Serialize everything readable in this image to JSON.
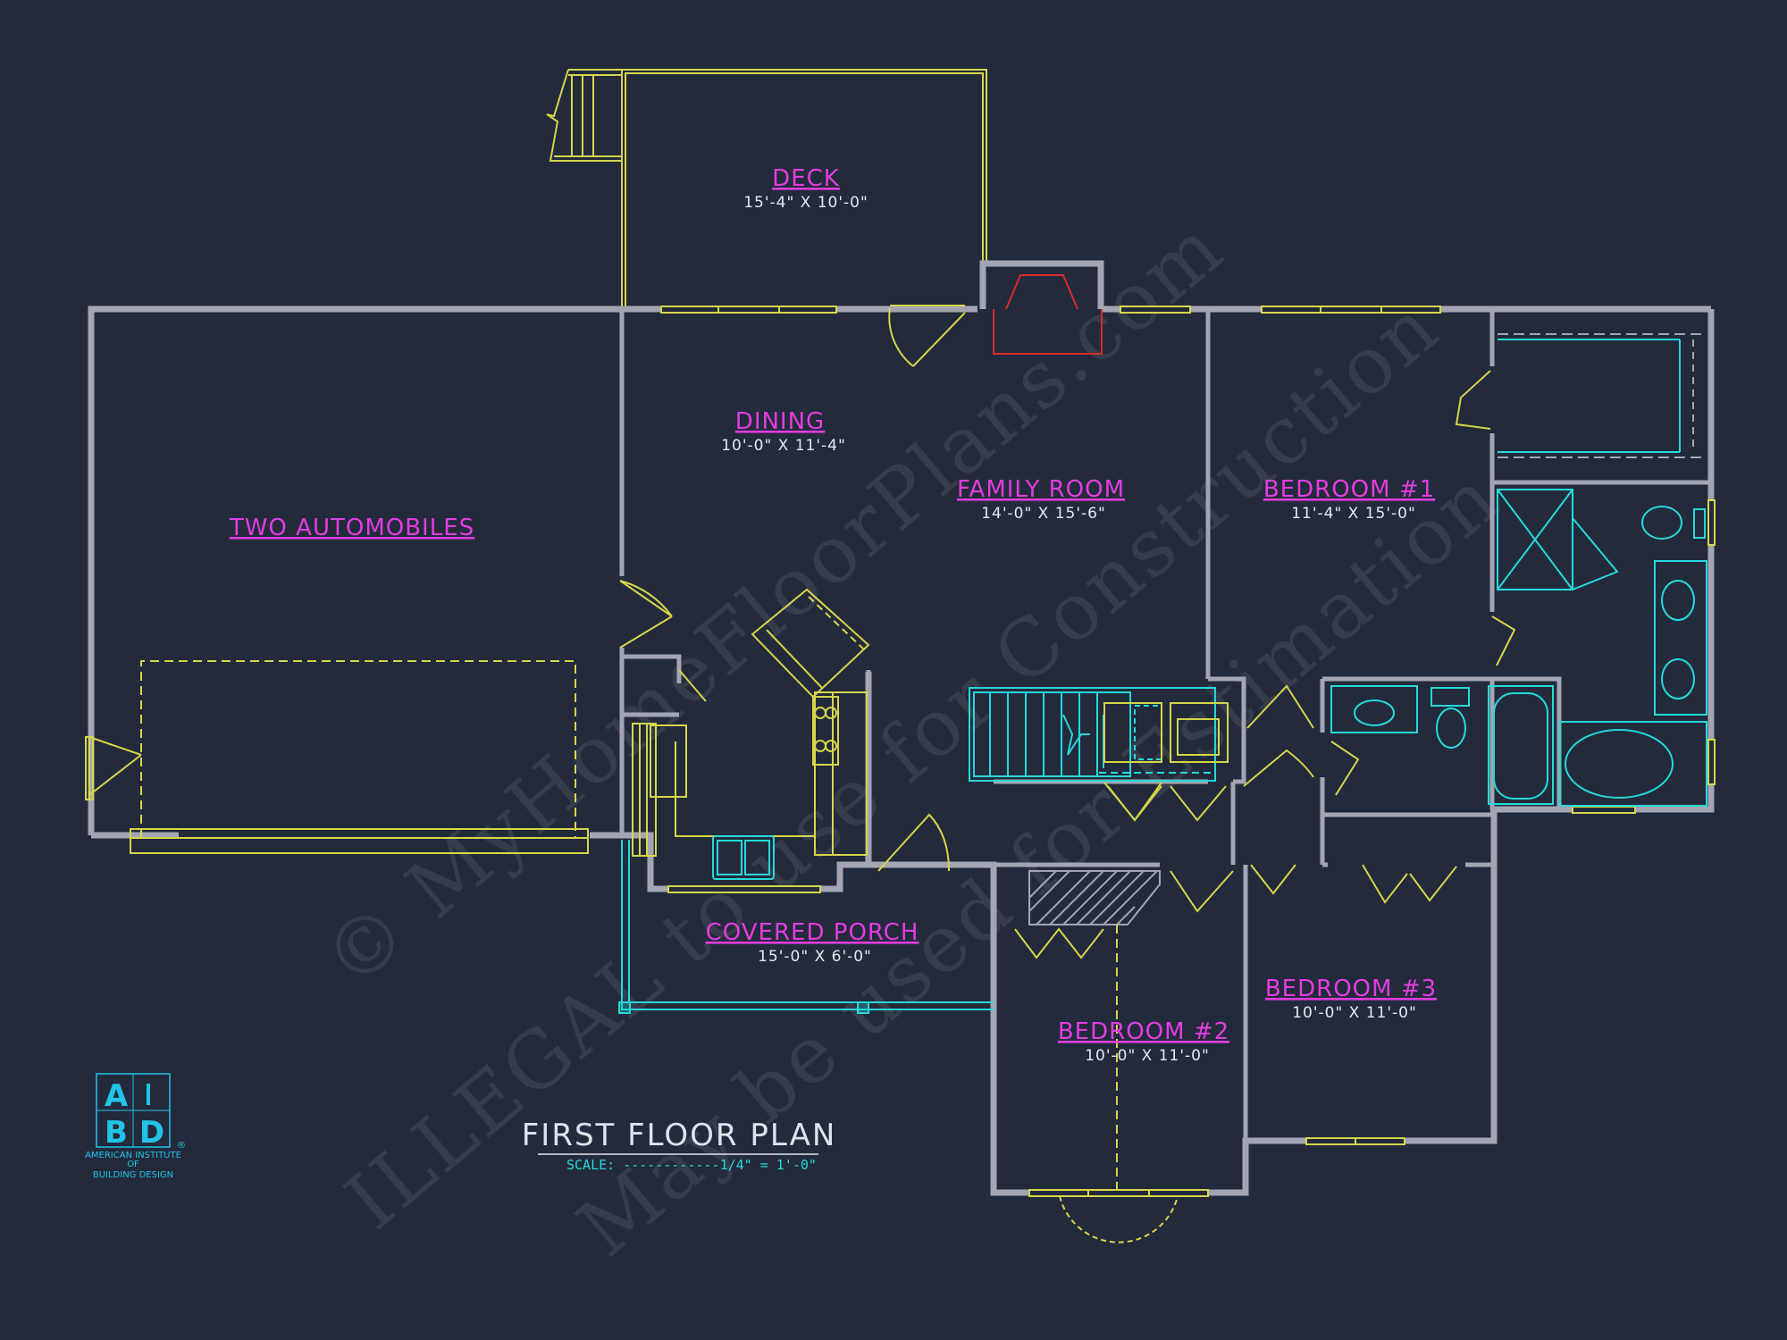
{
  "rooms": {
    "deck": {
      "label": "DECK",
      "dims": "15'-4\" X 10'-0\""
    },
    "dining": {
      "label": "DINING",
      "dims": "10'-0\" X 11'-4\""
    },
    "family_room": {
      "label": "FAMILY ROOM",
      "dims": "14'-0\" X 15'-6\""
    },
    "bedroom1": {
      "label": "BEDROOM #1",
      "dims": "11'-4\" X 15'-0\""
    },
    "garage": {
      "label": "TWO AUTOMOBILES"
    },
    "covered_porch": {
      "label": "COVERED PORCH",
      "dims": "15'-0\" X 6'-0\""
    },
    "bedroom2": {
      "label": "BEDROOM #2",
      "dims": "10'-0\" X 11'-0\""
    },
    "bedroom3": {
      "label": "BEDROOM #3",
      "dims": "10'-0\" X 11'-0\""
    }
  },
  "title": {
    "text": "FIRST FLOOR PLAN",
    "scale": "SCALE: ------------1/4\" = 1'-0\""
  },
  "logo": {
    "l1": "A",
    "l2": "B",
    "l3": "D",
    "reg": "®",
    "line1": "AMERICAN INSTITUTE",
    "line2": "OF",
    "line3": "BUILDING DESIGN"
  },
  "watermark": {
    "line1": "© MyHomeFloorPlans.com",
    "line2": "ILLEGAL to use for Construction",
    "line3": "May be used for Estimation"
  },
  "colors": {
    "background": "#232a3c",
    "wall": "#a3a5b2",
    "room_label": "#e23ddf",
    "yellow": "#d6d64a",
    "cyan": "#25d9d9",
    "fireplace": "#d62a2a"
  }
}
